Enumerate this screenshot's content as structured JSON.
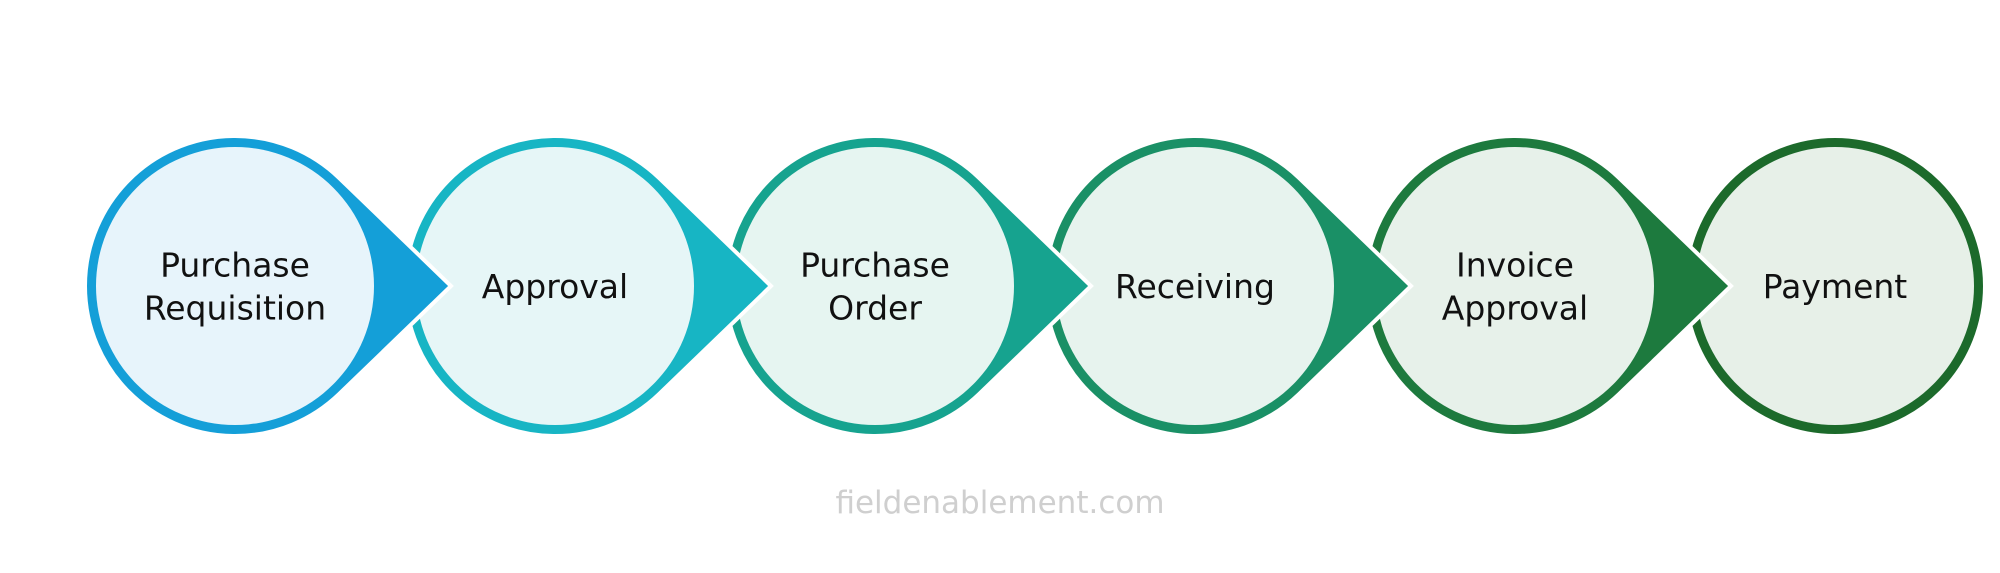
{
  "steps": [
    {
      "label_lines": [
        "Purchase",
        "Requisition"
      ],
      "color": "#149fd8",
      "fill": "#e7f4fb"
    },
    {
      "label_lines": [
        "Approval"
      ],
      "color": "#17b5c4",
      "fill": "#e6f6f7"
    },
    {
      "label_lines": [
        "Purchase",
        "Order"
      ],
      "color": "#16a38f",
      "fill": "#e6f5f1"
    },
    {
      "label_lines": [
        "Receiving"
      ],
      "color": "#1a9066",
      "fill": "#e7f3ee"
    },
    {
      "label_lines": [
        "Invoice",
        "Approval"
      ],
      "color": "#1d7a3e",
      "fill": "#e7f1ea"
    },
    {
      "label_lines": [
        "Payment"
      ],
      "color": "#1c6a2b",
      "fill": "#e7f0e8"
    }
  ],
  "watermark": {
    "text": "fieldenablement.com"
  }
}
